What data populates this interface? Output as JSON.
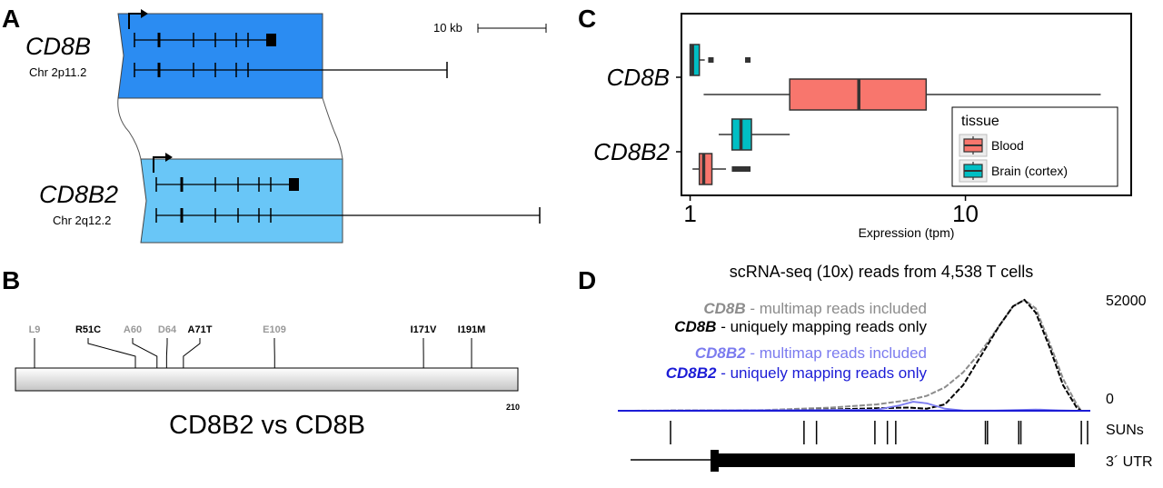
{
  "panels": {
    "a": "A",
    "b": "B",
    "c": "C",
    "d": "D"
  },
  "panel_a": {
    "scale_label": "10 kb",
    "gene1": {
      "name": "CD8B",
      "chr": "Chr 2p11.2"
    },
    "gene2": {
      "name": "CD8B2",
      "chr": "Chr 2q12.2"
    },
    "colors": {
      "gene1": "#2b8cf2",
      "gene2": "#69c6f7"
    }
  },
  "panel_b": {
    "title": "CD8B2 vs CD8B",
    "end_label": "210",
    "protein_length": 210,
    "variants": [
      {
        "label": "L9",
        "pos": 9,
        "style": "gray"
      },
      {
        "label": "R51C",
        "pos": 51,
        "style": "black"
      },
      {
        "label": "A60",
        "pos": 60,
        "style": "gray"
      },
      {
        "label": "D64",
        "pos": 64,
        "style": "gray"
      },
      {
        "label": "A71T",
        "pos": 71,
        "style": "black"
      },
      {
        "label": "E109",
        "pos": 109,
        "style": "gray"
      },
      {
        "label": "I171V",
        "pos": 171,
        "style": "black"
      },
      {
        "label": "I191M",
        "pos": 191,
        "style": "black"
      }
    ]
  },
  "chart_data": [
    {
      "type": "boxplot",
      "xlabel": "Expression (tpm)",
      "xscale": "log",
      "xlim": [
        0.93,
        40
      ],
      "xticks": [
        1,
        10
      ],
      "categories": [
        "CD8B",
        "CD8B2"
      ],
      "legend": {
        "title": "tissue",
        "position": "right",
        "entries": [
          "Blood",
          "Brain (cortex)"
        ]
      },
      "colors": {
        "Blood": "#f8766d",
        "Brain (cortex)": "#00bfc4"
      },
      "series": [
        {
          "name": "Blood",
          "boxes": [
            {
              "category": "CD8B",
              "whisker_low": 1.12,
              "q1": 2.3,
              "median": 4.1,
              "q3": 7.2,
              "whisker_high": 31,
              "outliers": []
            },
            {
              "category": "CD8B2",
              "whisker_low": 1.02,
              "q1": 1.08,
              "median": 1.12,
              "q3": 1.2,
              "whisker_high": 1.35,
              "outliers": [
                1.45,
                1.5,
                1.56,
                1.62
              ]
            }
          ]
        },
        {
          "name": "Brain (cortex)",
          "boxes": [
            {
              "category": "CD8B",
              "whisker_low": 1.0,
              "q1": 1.0,
              "median": 1.02,
              "q3": 1.08,
              "whisker_high": 1.13,
              "outliers": [
                1.19,
                1.62
              ]
            },
            {
              "category": "CD8B2",
              "whisker_low": 1.27,
              "q1": 1.42,
              "median": 1.53,
              "q3": 1.67,
              "whisker_high": 2.3,
              "outliers": []
            }
          ]
        }
      ]
    },
    {
      "type": "line",
      "title": "scRNA-seq (10x) reads from 4,538 T cells",
      "ylim": [
        0,
        52000
      ],
      "ytick_labels": [
        "52000",
        "0"
      ],
      "x_unit": "relative position along 3' UTR (0-1)",
      "legend": [
        {
          "gene": "CD8B",
          "text": " - multimap reads included",
          "color": "#8c8c8c"
        },
        {
          "gene": "CD8B",
          "text": " - uniquely mapping reads only",
          "color": "#000000"
        },
        {
          "gene": "CD8B2",
          "text": " - multimap reads included",
          "color": "#7b7bef"
        },
        {
          "gene": "CD8B2",
          "text": " - uniquely mapping reads only",
          "color": "#1c1cd6"
        }
      ],
      "series": [
        {
          "name": "CD8B - multimap reads included",
          "color": "#8c8c8c",
          "dashed": true,
          "x": [
            0,
            0.3,
            0.45,
            0.55,
            0.62,
            0.66,
            0.7,
            0.74,
            0.78,
            0.82,
            0.85,
            0.875,
            0.9,
            0.93,
            0.96,
            0.99,
            1.0
          ],
          "y": [
            0,
            300,
            1500,
            3000,
            5000,
            7000,
            11000,
            18000,
            28000,
            40000,
            49000,
            52000,
            48000,
            32000,
            15000,
            3000,
            0
          ]
        },
        {
          "name": "CD8B - uniquely mapping reads only",
          "color": "#000000",
          "dashed": true,
          "x": [
            0,
            0.3,
            0.45,
            0.55,
            0.62,
            0.66,
            0.7,
            0.74,
            0.78,
            0.82,
            0.85,
            0.875,
            0.9,
            0.93,
            0.96,
            0.99,
            1.0
          ],
          "y": [
            0,
            100,
            600,
            1200,
            1500,
            1000,
            3000,
            12000,
            26000,
            40000,
            49000,
            52000,
            46000,
            30000,
            12000,
            1500,
            0
          ]
        },
        {
          "name": "CD8B2 - multimap reads included",
          "color": "#7b7bef",
          "dashed": false,
          "x": [
            0,
            0.55,
            0.6,
            0.63,
            0.66,
            0.7,
            0.74,
            0.8,
            0.85,
            0.9,
            0.95,
            1.0
          ],
          "y": [
            0,
            500,
            2500,
            4200,
            3500,
            1000,
            100,
            0,
            300,
            600,
            200,
            0
          ]
        },
        {
          "name": "CD8B2 - uniquely mapping reads only",
          "color": "#1c1cd6",
          "dashed": false,
          "x": [
            0,
            0.3,
            0.6,
            0.8,
            1.0
          ],
          "y": [
            0,
            20,
            50,
            80,
            40
          ]
        }
      ],
      "track_labels": {
        "suns": "SUNs",
        "utr": "3´ UTR"
      },
      "suns_positions": [
        0,
        0.32,
        0.35,
        0.49,
        0.52,
        0.54,
        0.755,
        0.76,
        0.835,
        0.84,
        0.985,
        1.0
      ]
    }
  ]
}
